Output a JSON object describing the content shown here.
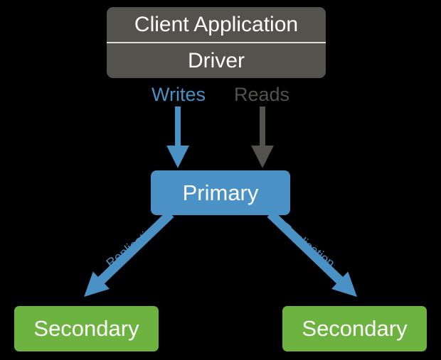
{
  "background": "#000000",
  "diagram": {
    "nodes": {
      "client": {
        "title": "Client Application",
        "subtitle": "Driver",
        "color": "#54524d",
        "text_color": "#ffffff"
      },
      "primary": {
        "label": "Primary",
        "color": "#4a91c5",
        "text_color": "#ffffff"
      },
      "secondary_left": {
        "label": "Secondary",
        "color": "#6db33f",
        "text_color": "#ffffff"
      },
      "secondary_right": {
        "label": "Secondary",
        "color": "#6db33f",
        "text_color": "#ffffff"
      }
    },
    "edges": {
      "writes": {
        "label": "Writes",
        "color": "#4a91c5",
        "from": "client",
        "to": "primary"
      },
      "reads": {
        "label": "Reads",
        "color": "#54524d",
        "from": "client",
        "to": "primary"
      },
      "replication_left": {
        "label": "Replication",
        "color": "#4a91c5",
        "from": "primary",
        "to": "secondary_left"
      },
      "replication_right": {
        "label": "Replication",
        "color": "#4a91c5",
        "from": "primary",
        "to": "secondary_right"
      }
    }
  }
}
